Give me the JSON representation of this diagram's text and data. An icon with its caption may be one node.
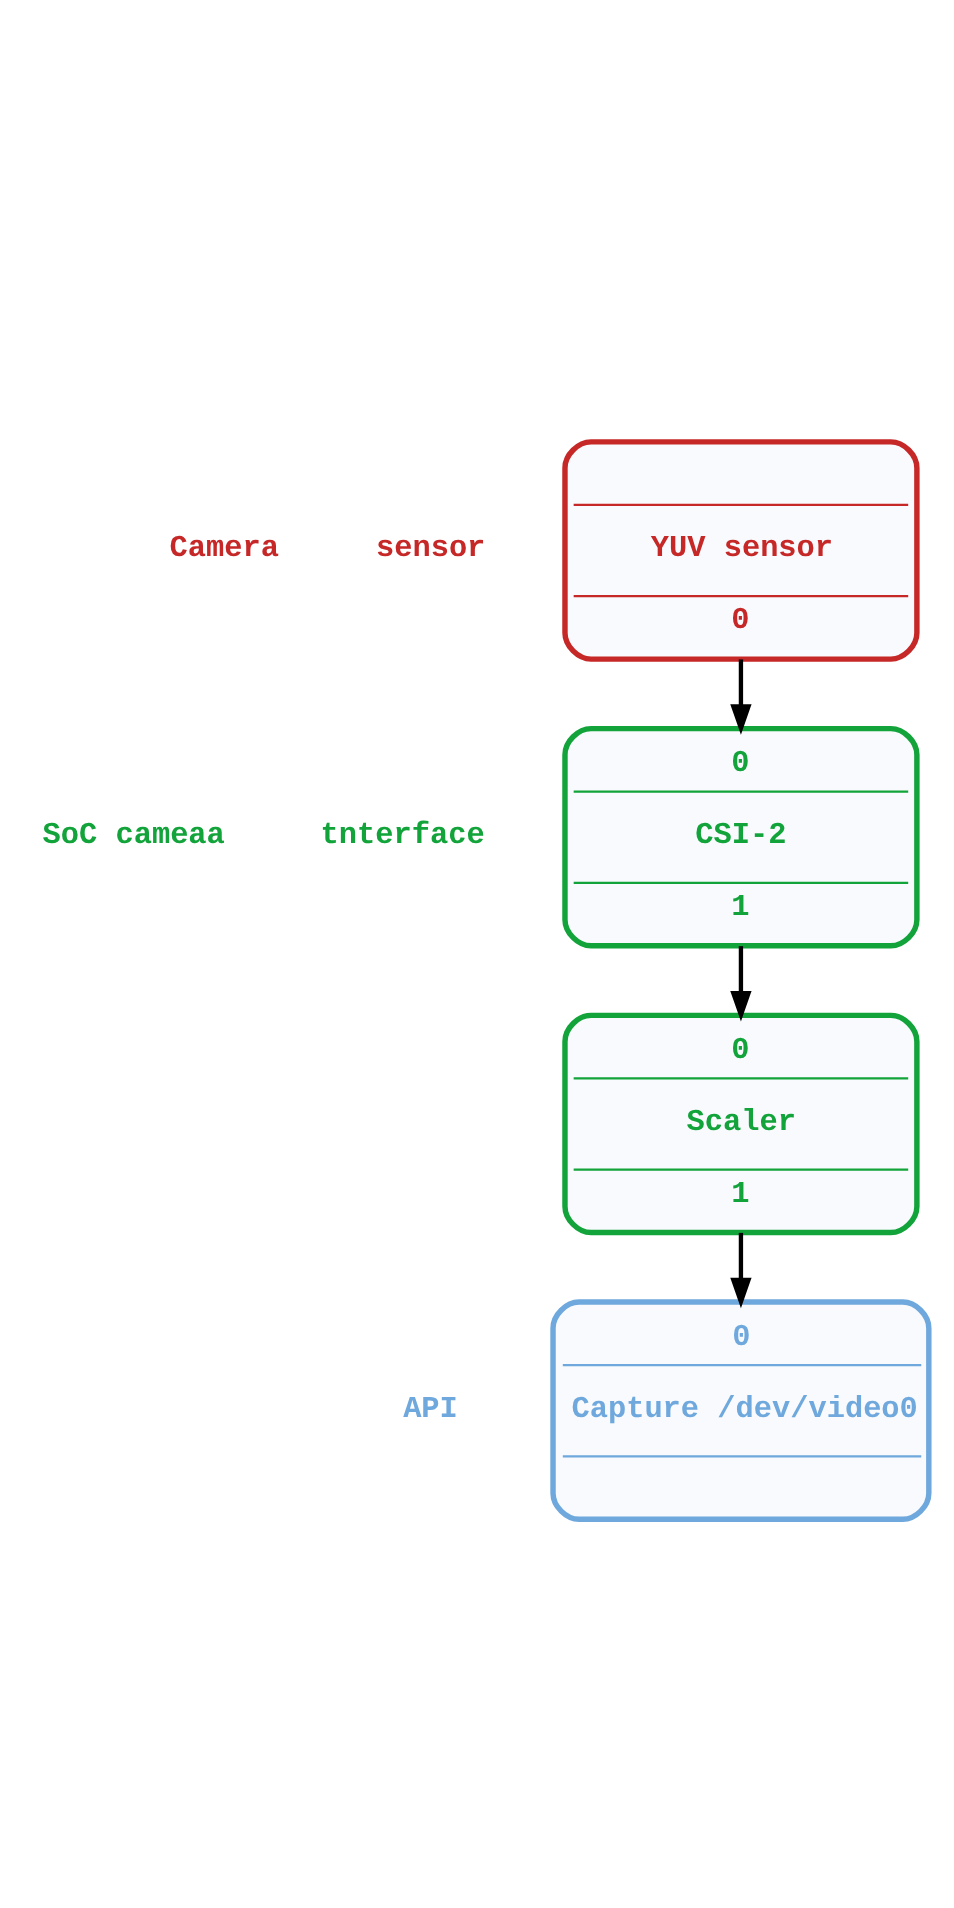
{
  "diagram": {
    "nodes": [
      {
        "text": [
          "YUV sensor",
          "0"
        ]
      },
      {
        "text": [
          "0",
          "CSI-2",
          "1"
        ]
      },
      {
        "text": [
          "0",
          "Scaler",
          "1"
        ]
      },
      {
        "text": [
          "0",
          "Capture /dev/video0"
        ]
      }
    ],
    "edges": [
      {
        "from": 0,
        "to": 1,
        "arrow": "to"
      },
      {
        "from": 1,
        "to": 2,
        "arrow": "to"
      },
      {
        "from": 2,
        "to": 3,
        "arrow": "to"
      }
    ],
    "labels": [
      "Camera",
      "sensor",
      "SoC cameaa",
      "tnterface",
      "API"
    ]
  }
}
